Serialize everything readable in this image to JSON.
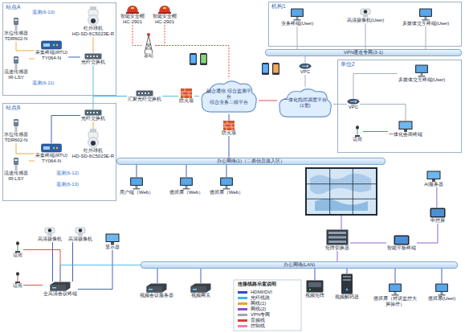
{
  "diagram": {
    "nodes": [
      {
        "text": [
          "站点A"
        ]
      },
      {
        "text": [
          "水位传感器",
          "TDR602-N"
        ],
        "in": 0
      },
      {
        "text": [
          "流速传感器",
          "IR-LSY"
        ],
        "in": 0
      },
      {
        "text": [
          "采集终端(RTU)",
          "TY064-N"
        ],
        "in": 0
      },
      {
        "text": [
          "红外球机",
          "HD-SD-6C5023E-R"
        ],
        "in": 0
      },
      {
        "text": [
          "光纤交换机"
        ],
        "in": 0
      },
      {
        "text": [
          "站点B"
        ]
      },
      {
        "text": [
          "水位传感器",
          "TDR602-N"
        ],
        "in": 6
      },
      {
        "text": [
          "流速传感器",
          "IR-LSY"
        ],
        "in": 6
      },
      {
        "text": [
          "采集终端(RTU)",
          "TY064-N"
        ],
        "in": 6
      },
      {
        "text": [
          "光纤交换机"
        ],
        "in": 6
      },
      {
        "text": [
          "红外球机",
          "HD-SD-6C5023E-R"
        ],
        "in": 6
      },
      {
        "text": [
          "智能安全帽",
          "HC-2901"
        ]
      },
      {
        "text": [
          "智能安全帽",
          "HC-2901"
        ]
      },
      {
        "text": [
          "基站"
        ]
      },
      {
        "text": [
          "汇聚光纤交换机"
        ]
      },
      {
        "text": [
          "防火墙"
        ]
      },
      {
        "text": [
          "融合通信 综合监测平台",
          "综合业务二级平台"
        ]
      },
      {
        "text": [
          "防火墙"
        ]
      },
      {
        "text": [
          "一体化指挥调度平台 (1套)"
        ]
      },
      {
        "text": [
          "VPC"
        ]
      },
      {
        "text": [
          "机构1"
        ]
      },
      {
        "text": [
          "业务终端(User)"
        ],
        "in": 21
      },
      {
        "text": [
          "高清摄像机(User)"
        ],
        "in": 21
      },
      {
        "text": [
          "多媒体交互终端(User)"
        ],
        "in": 21
      },
      {
        "text": [
          "VPN通道专网(3-1)"
        ]
      },
      {
        "text": [
          "单位2"
        ]
      },
      {
        "text": [
          "VPC"
        ],
        "in": 26
      },
      {
        "text": [
          "多媒体交互终端(User)"
        ],
        "in": 26
      },
      {
        "text": [
          "话筒"
        ],
        "in": 26
      },
      {
        "text": [
          "一体化会商终端"
        ],
        "in": 26
      },
      {
        "text": [
          "办公网络(1)（二类信息接入区）"
        ]
      },
      {
        "text": [
          "用户端（Web）"
        ]
      },
      {
        "text": [
          "值班席（Web）"
        ]
      },
      {
        "text": [
          "值班席（Web）"
        ]
      },
      {
        "text": [
          "AI服务器"
        ]
      },
      {
        "text": [
          "中控屏"
        ]
      },
      {
        "text": [
          "矩阵切换器"
        ]
      },
      {
        "text": [
          "智能平板终端"
        ]
      },
      {
        "text": [
          "办公网络(LAN)"
        ]
      },
      {
        "text": [
          "高清摄像机"
        ]
      },
      {
        "text": [
          "高清摄像机"
        ]
      },
      {
        "text": [
          "话筒"
        ]
      },
      {
        "text": [
          "显示器"
        ]
      },
      {
        "text": [
          "话筒"
        ]
      },
      {
        "text": [
          "全高清会议终端"
        ]
      },
      {
        "text": [
          "视频会议服务器"
        ]
      },
      {
        "text": [
          "视频网关"
        ]
      },
      {
        "text": [
          "视频矩阵"
        ]
      },
      {
        "text": [
          "视频解码器"
        ]
      },
      {
        "text": [
          "值班席（对讲监控大屏操作）"
        ]
      },
      {
        "text": [
          "值班席(User)"
        ]
      }
    ],
    "edges": [
      {
        "from": 1,
        "to": 3,
        "arrow": "none"
      },
      {
        "from": 2,
        "to": 3,
        "arrow": "none"
      },
      {
        "from": 3,
        "to": 5,
        "arrow": "none"
      },
      {
        "from": 4,
        "to": 5,
        "arrow": "none"
      },
      {
        "from": 5,
        "to": 15,
        "arrow": "none"
      },
      {
        "from": 7,
        "to": 9,
        "arrow": "none"
      },
      {
        "from": 8,
        "to": 9,
        "arrow": "none"
      },
      {
        "from": 9,
        "to": 10,
        "arrow": "none"
      },
      {
        "from": 11,
        "to": 10,
        "arrow": "none"
      },
      {
        "from": 10,
        "to": 15,
        "arrow": "none"
      },
      {
        "from": 15,
        "to": 16,
        "arrow": "none"
      },
      {
        "from": 16,
        "to": 17,
        "arrow": "none"
      },
      {
        "from": 12,
        "to": 14,
        "arrow": "none"
      },
      {
        "from": 13,
        "to": 14,
        "arrow": "none"
      },
      {
        "from": 14,
        "to": 17,
        "arrow": "none"
      },
      {
        "from": 17,
        "to": 18,
        "arrow": "none"
      },
      {
        "from": 18,
        "to": 31,
        "arrow": "none"
      },
      {
        "from": 17,
        "to": 19,
        "arrow": "none"
      },
      {
        "from": 19,
        "to": 20,
        "arrow": "none"
      },
      {
        "from": 20,
        "to": 25,
        "arrow": "none"
      },
      {
        "from": 19,
        "to": 27,
        "arrow": "none"
      },
      {
        "from": 27,
        "to": 28,
        "arrow": "none"
      },
      {
        "from": 27,
        "to": 30,
        "arrow": "none"
      },
      {
        "from": 29,
        "to": 30,
        "arrow": "none"
      },
      {
        "from": 22,
        "to": 25,
        "arrow": "none"
      },
      {
        "from": 23,
        "to": 25,
        "arrow": "none"
      },
      {
        "from": 24,
        "to": 25,
        "arrow": "none"
      },
      {
        "from": 32,
        "to": 31,
        "arrow": "none"
      },
      {
        "from": 33,
        "to": 31,
        "arrow": "none"
      },
      {
        "from": 34,
        "to": 31,
        "arrow": "none"
      },
      {
        "from": 35,
        "to": 36,
        "arrow": "none"
      },
      {
        "from": 36,
        "to": 38,
        "arrow": "none"
      },
      {
        "from": 38,
        "to": 37,
        "arrow": "none"
      },
      {
        "from": 37,
        "to": 39,
        "arrow": "none"
      },
      {
        "from": 40,
        "to": 45,
        "arrow": "none"
      },
      {
        "from": 41,
        "to": 45,
        "arrow": "none"
      },
      {
        "from": 42,
        "to": 45,
        "arrow": "none"
      },
      {
        "from": 44,
        "to": 45,
        "arrow": "none"
      },
      {
        "from": 43,
        "to": 45,
        "arrow": "none"
      },
      {
        "from": 45,
        "to": 39,
        "arrow": "none"
      },
      {
        "from": 46,
        "to": 39,
        "arrow": "none"
      },
      {
        "from": 47,
        "to": 39,
        "arrow": "none"
      },
      {
        "from": 48,
        "to": 39,
        "arrow": "none"
      },
      {
        "from": 49,
        "to": 39,
        "arrow": "none"
      },
      {
        "from": 50,
        "to": 39,
        "arrow": "none"
      },
      {
        "from": 51,
        "to": 39,
        "arrow": "none"
      }
    ],
    "labels": [
      "遥测(6-10)",
      "遥测(6-11)",
      "遥测(6-12)",
      "遥测(6-13)",
      "连接线路示意说明"
    ],
    "legend": [
      {
        "text": "HDMI/DVI",
        "color": "#2d4fb5"
      },
      {
        "text": "光纤线路",
        "color": "#45b4e6"
      },
      {
        "text": "网线(1)",
        "color": "#f0a030"
      },
      {
        "text": "网线(2)",
        "color": "#8a50c8"
      },
      {
        "text": "VPN专网",
        "color": "#9aa6b6"
      },
      {
        "text": "音频线",
        "color": "#e03c3c"
      },
      {
        "text": "控制线",
        "color": "#f07cb8"
      }
    ]
  }
}
